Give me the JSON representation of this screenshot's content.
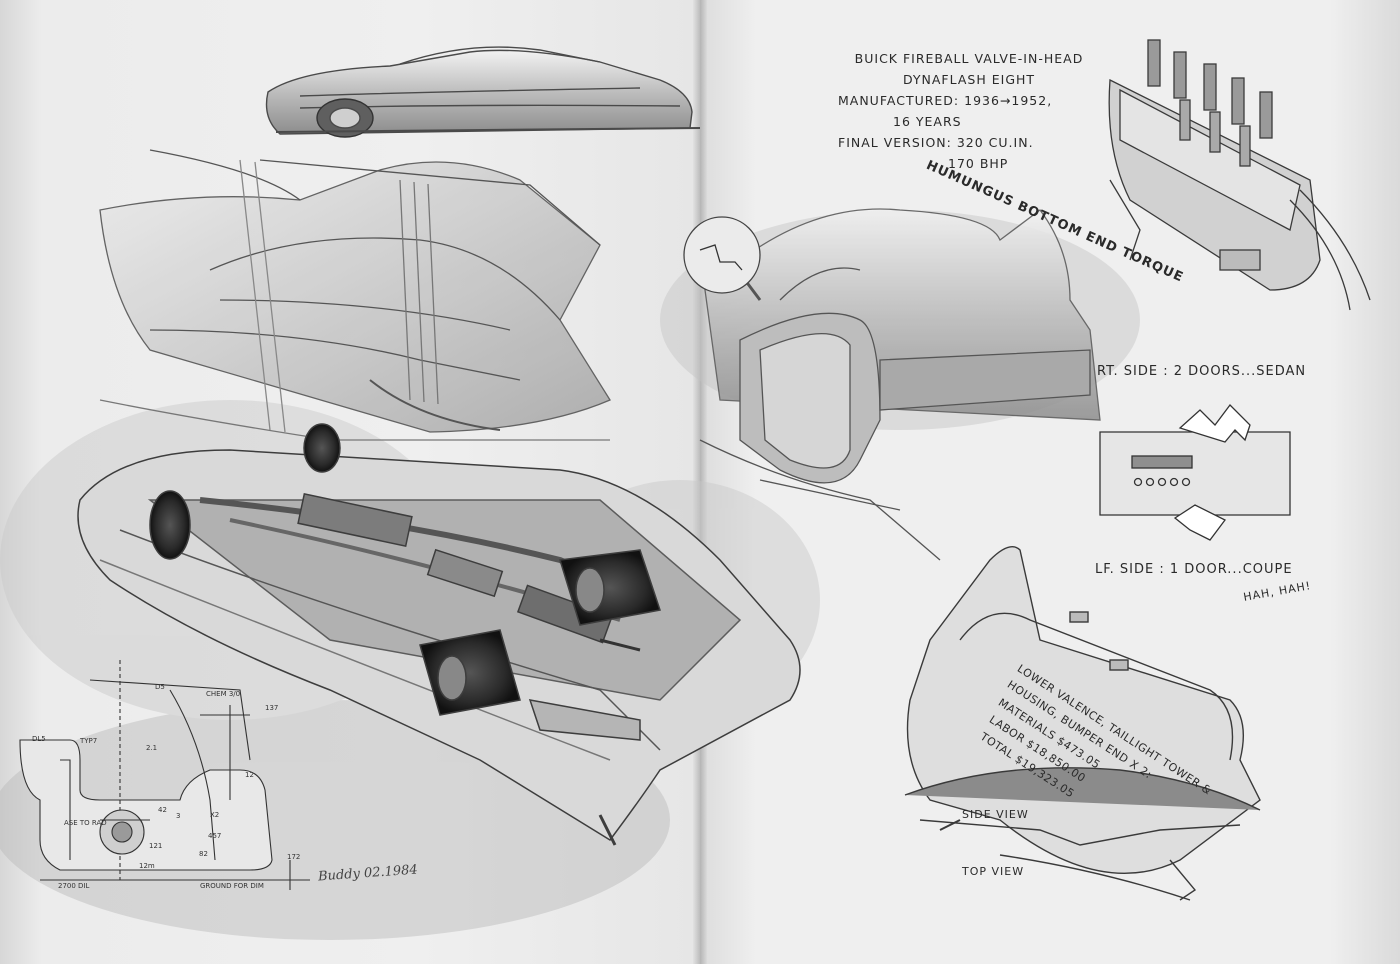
{
  "engine_notes": {
    "line1": "BUICK FIREBALL VALVE-IN-HEAD",
    "line2": "DYNAFLASH EIGHT",
    "line3": "MANUFACTURED: 1936→1952,",
    "line4": "16 YEARS",
    "line5": "FINAL VERSION: 320 CU.IN.",
    "line6": "170 BHP",
    "torque": "HUMUNGUS BOTTOM END TORQUE"
  },
  "door_notes": {
    "rt_side": "RT. SIDE :  2 DOORS...SEDAN",
    "lf_side": "LF. SIDE :  1 DOOR...COUPE",
    "joke": "HAH, HAH!"
  },
  "parts_notes": {
    "line1": "LOWER VALENCE, TAILLIGHT TOWER &",
    "line2": "HOUSING, BUMPER END x 2:",
    "line3": "MATERIALS      $473.05",
    "line4": "LABOR      $18,850.00",
    "line5": "TOTAL     $19,323.05",
    "side_view": "SIDE VIEW",
    "top_view": "TOP VIEW"
  },
  "dimensions": {
    "dl5": "DL5",
    "typ7": "TYP7",
    "d5": "D5",
    "chem": "CHEM 3/0",
    "d137": "137",
    "d21": "2.1",
    "d12": "12",
    "dx2": "X2",
    "d42": "42",
    "d3": "3",
    "d457": "457",
    "d121": "121",
    "d82": "82",
    "d172": "172",
    "d12m": "12m",
    "ground_l": "2700 DIL",
    "ground_r": "GROUND FOR DIM",
    "note_l": "ASE TO RAD"
  },
  "signature": "Buddy 02.1984",
  "colors": {
    "paper": "#efefef",
    "ink": "#2a2a2a",
    "graphite": "#8c8c8c",
    "tire": "#2e2e2e"
  }
}
